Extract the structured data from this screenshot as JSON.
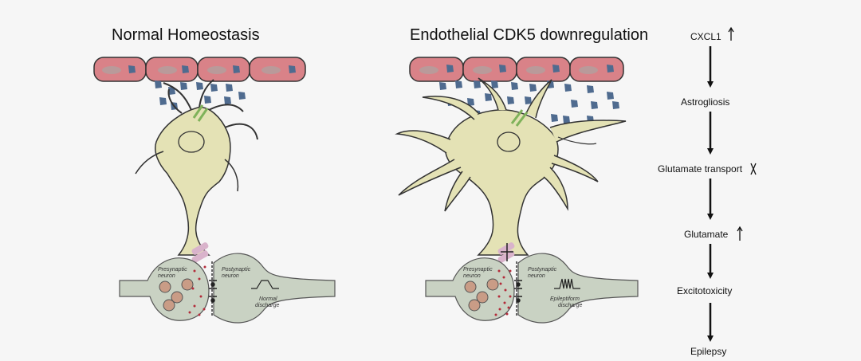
{
  "panels": {
    "left": {
      "title": "Normal  Homeostasis",
      "presynaptic_label": [
        "Presynaptic",
        "neuron"
      ],
      "postsynaptic_label": [
        "Postynaptic",
        "neuron"
      ],
      "discharge_label": [
        "Normal",
        "discharge"
      ]
    },
    "right": {
      "title": "Endothelial CDK5 downregulation",
      "presynaptic_label": [
        "Presynaptic",
        "neuron"
      ],
      "postsynaptic_label": [
        "Postynaptic",
        "neuron"
      ],
      "discharge_label": [
        "Epileptiform",
        "discharge"
      ]
    }
  },
  "flow": {
    "steps": [
      "CXCL1",
      "Astrogliosis",
      "Glutamate transport",
      "Glutamate",
      "Excitotoxicity",
      "Epilepsy"
    ],
    "markers": [
      "up-arrow",
      "",
      "blocked-x",
      "up-arrow",
      "",
      ""
    ]
  },
  "colors": {
    "background": "#f6f6f6",
    "endothelial_cell": "#d98288",
    "nucleus": "#b99a9a",
    "astrocyte": "#e4e2b5",
    "cxcl1_molecule": "#4f6b8f",
    "receptor": "#7fb25a",
    "neuron": "#c9d2c3",
    "vesicle": "#c99c86",
    "glutamate_dot": "#b32b3a",
    "transporter": "#d9b3cb"
  }
}
